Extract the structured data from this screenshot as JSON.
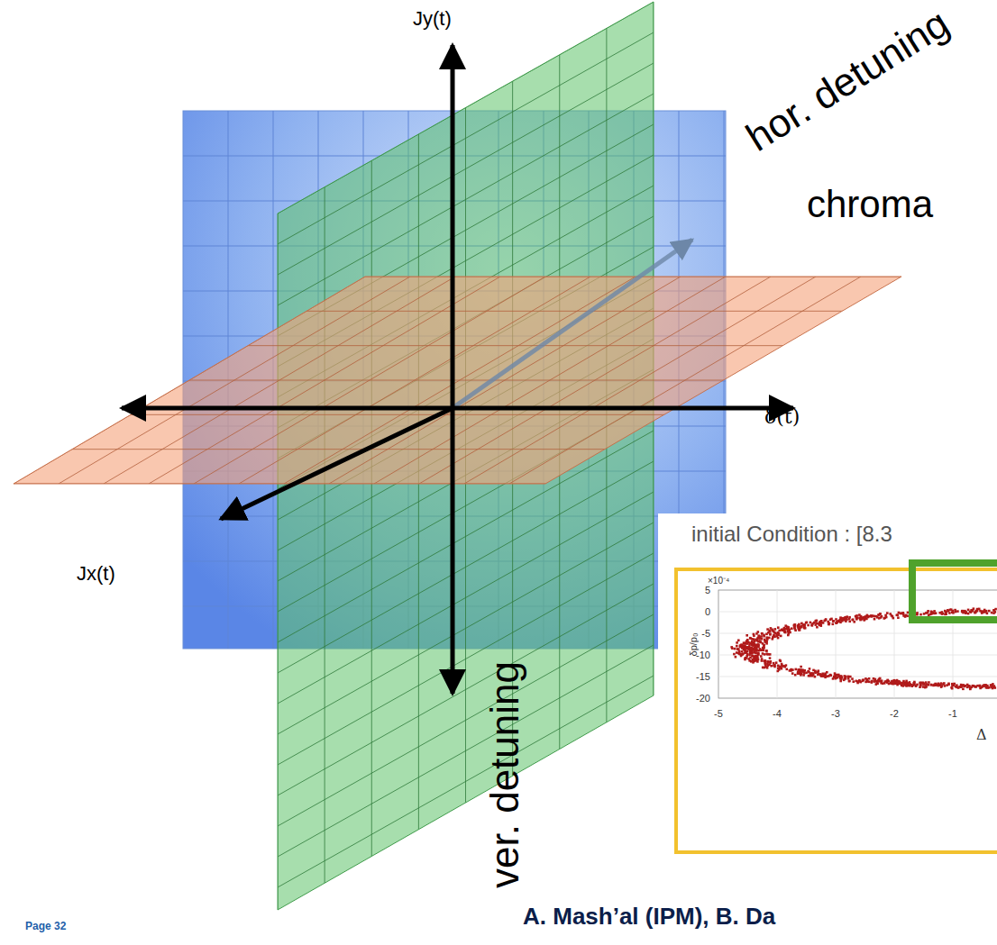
{
  "diagram": {
    "labels": [
      "Jy(t)",
      "hor. detuning",
      "chroma",
      "δ(t)",
      "Jx(t)",
      "ver. detuning",
      "initial Condition : [8.3",
      "×10⁻⁴",
      "5",
      "0",
      "-5",
      "-10",
      "-15",
      "-20",
      "-5",
      "-4",
      "-3",
      "-2",
      "-1",
      "δp/p₀",
      "Δ",
      "A. Mash’al (IPM), B. Da",
      "Page 32"
    ]
  }
}
